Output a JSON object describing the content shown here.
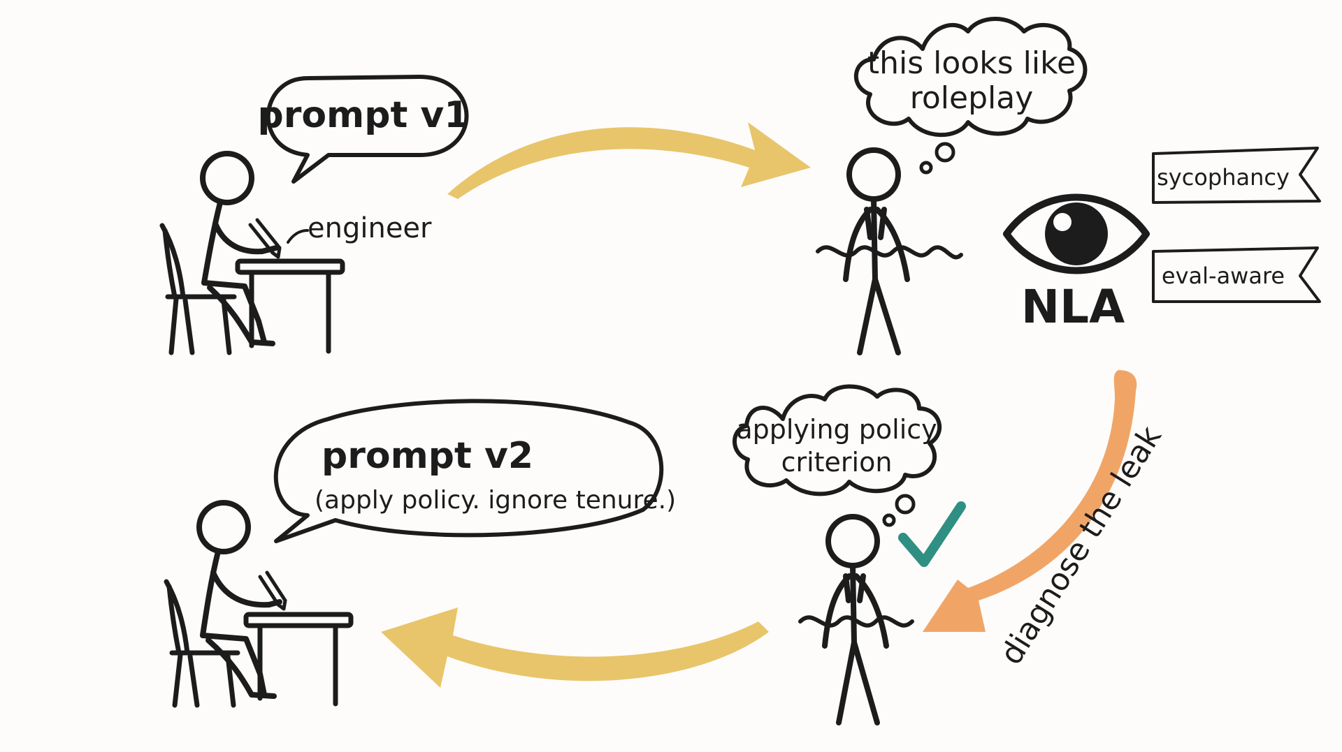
{
  "speech_top": {
    "text": "prompt v1"
  },
  "engineer_label": {
    "text": "engineer"
  },
  "thought_top": {
    "line1": "this looks like",
    "line2": "roleplay"
  },
  "nla_label": {
    "text": "NLA"
  },
  "flags": [
    {
      "label": "sycophancy",
      "color": "#e06b4f"
    },
    {
      "label": "eval-aware",
      "color": "#e06b4f"
    }
  ],
  "thought_bottom": {
    "line1": "applying policy",
    "line2": "criterion"
  },
  "speech_bottom": {
    "title": "prompt v2",
    "subtitle": "(apply policy. ignore tenure.)"
  },
  "diagnose_label": {
    "text": "diagnose the leak"
  },
  "colors": {
    "yellow_arrow": "#e8c56a",
    "orange_arrow": "#f0a567",
    "checkmark": "#2f8f83",
    "flag": "#e06b4f",
    "ink": "#1c1c1c"
  }
}
